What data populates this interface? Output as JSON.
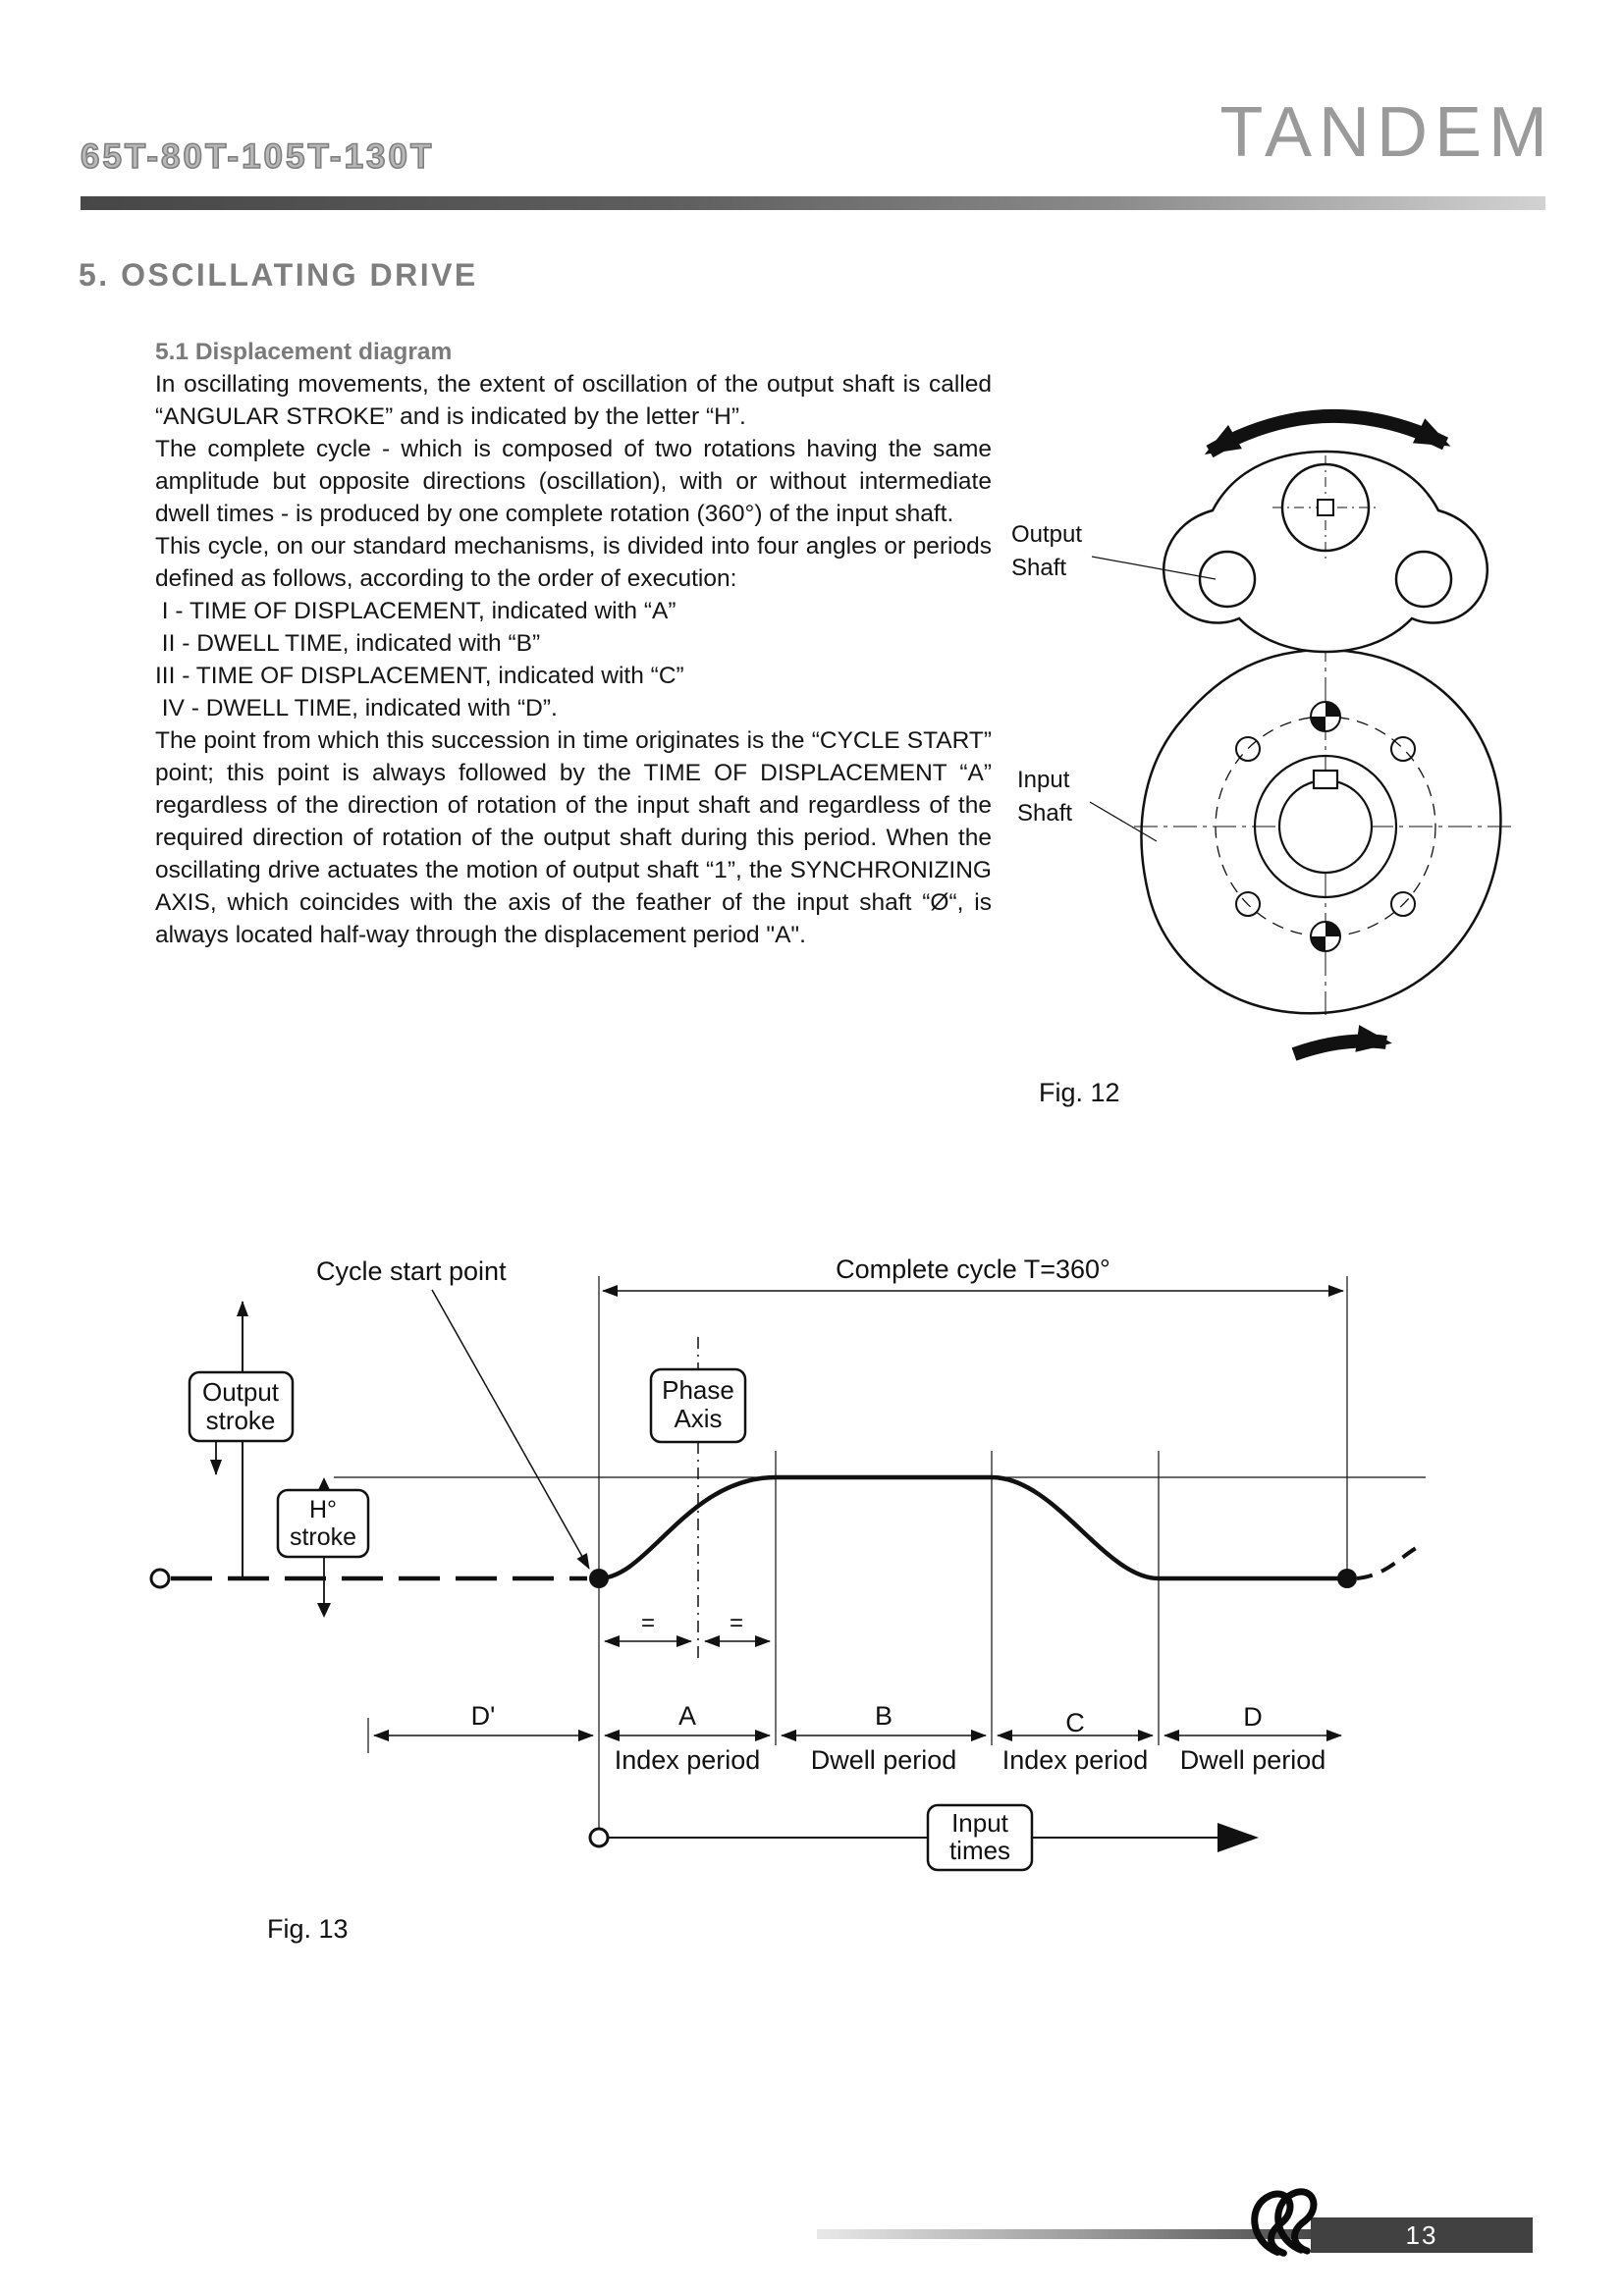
{
  "header": {
    "models": "65T-80T-105T-130T",
    "brand": "TANDEM"
  },
  "section_title": "5. OSCILLATING DRIVE",
  "body": {
    "subsection": "5.1 Displacement diagram",
    "p1": "In oscillating movements, the extent of oscillation of the output shaft is called “ANGULAR STROKE” and is indicated by the letter “H”.",
    "p2": "The complete cycle - which is composed of two rotations having the same amplitude but opposite directions (oscillation), with or without intermediate dwell times - is produced by one complete rotation (360°) of the input shaft.",
    "p3": "This cycle, on our standard mechanisms, is divided into four angles or periods defined as follows, according to the order of execution:",
    "list": [
      " I - TIME OF DISPLACEMENT, indicated with “A”",
      " II - DWELL TIME, indicated with “B”",
      "III - TIME OF DISPLACEMENT, indicated with “C”",
      " IV - DWELL TIME, indicated with “D”."
    ],
    "p4": "The point from which this succession in time originates is the “CYCLE START” point; this point is always followed by the TIME OF DISPLACEMENT “A” regardless of the direction of rotation of the input shaft and regardless of the required direction of rotation of the output shaft during this period. When the oscillating drive actuates the motion of output shaft “1”, the SYNCHRONIZING AXIS, which coincides with the axis of the feather of the input shaft “Ø“, is always located half-way through the displacement period \"A\"."
  },
  "fig12": {
    "output_shaft": [
      "Output",
      "Shaft"
    ],
    "input_shaft": [
      "Input",
      "Shaft"
    ],
    "caption": "Fig. 12"
  },
  "fig13": {
    "cycle_start": "Cycle start point",
    "complete_cycle": "Complete cycle  T=360°",
    "output_stroke": [
      "Output",
      "stroke"
    ],
    "h_stroke": [
      "H°",
      "stroke"
    ],
    "phase_axis": [
      "Phase",
      "Axis"
    ],
    "equal_sign": "=",
    "periods": [
      {
        "letter": "D'"
      },
      {
        "letter": "A",
        "sub": "Index period"
      },
      {
        "letter": "B",
        "sub": "Dwell period"
      },
      {
        "letter": "C",
        "sub": "Index period"
      },
      {
        "letter": "D",
        "sub": "Dwell period"
      }
    ],
    "input_times": [
      "Input",
      "times"
    ],
    "caption": "Fig. 13"
  },
  "footer": {
    "page_number": "13"
  }
}
